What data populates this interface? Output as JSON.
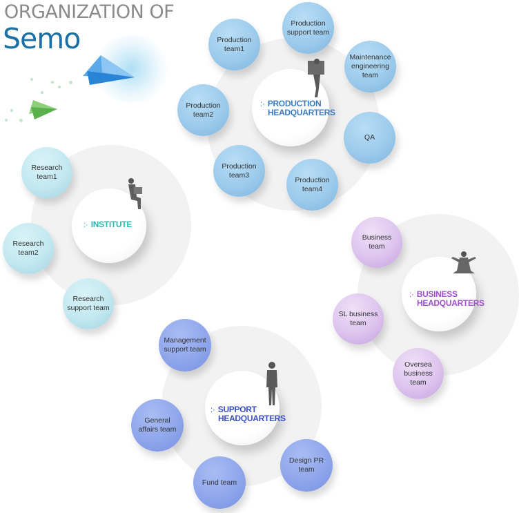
{
  "header": {
    "line1": "ORGANIZATION OF",
    "line2": "Semo"
  },
  "colors": {
    "production": "#3a7cc4",
    "institute": "#2bb8b0",
    "business": "#a14fd0",
    "support": "#3a4fc4"
  },
  "icons": {
    "decor_left": "paper-plane-blue",
    "decor_small": "paper-plane-green"
  },
  "groups": {
    "production": {
      "title_prefix": ":·",
      "title": "PRODUCTION HEADQUARTERS",
      "title_line1": "PRODUCTION",
      "title_line2": "HEADQUARTERS",
      "teams": [
        "Production team1",
        "Production support team",
        "Maintenance engineering team",
        "Production team2",
        "QA",
        "Production team3",
        "Production team4"
      ]
    },
    "institute": {
      "title_prefix": ":·",
      "title": "INSTITUTE",
      "teams": [
        "Research team1",
        "Research team2",
        "Research support team"
      ]
    },
    "business": {
      "title_prefix": ":·",
      "title_line1": "BUSINESS",
      "title_line2": "HEADQUARTERS",
      "teams": [
        "Business team",
        "SL business team",
        "Oversea business team"
      ]
    },
    "support": {
      "title_prefix": ":·",
      "title_line1": "SUPPORT",
      "title_line2": "HEADQUARTERS",
      "teams": [
        "Management support team",
        "General affairs team",
        "Fund team",
        "Design PR team"
      ]
    }
  }
}
